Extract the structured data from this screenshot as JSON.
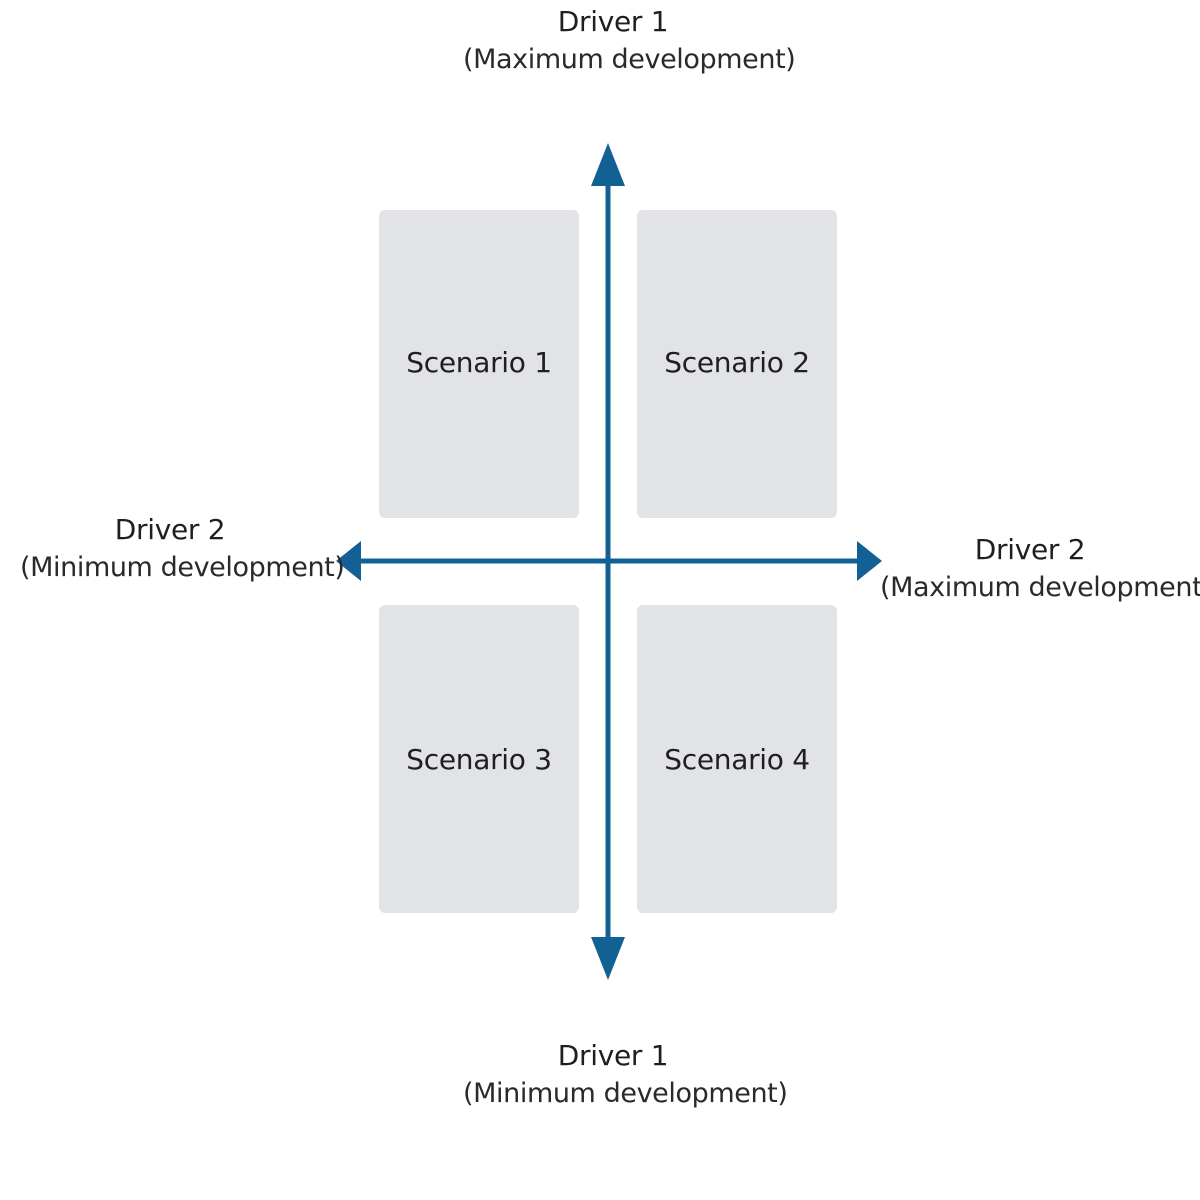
{
  "colors": {
    "axis": "#136194",
    "box": "#e1e3e6"
  },
  "axis_labels": {
    "top": {
      "driver": "Driver 1",
      "extent": "(Maximum development)"
    },
    "bottom": {
      "driver": "Driver 1",
      "extent": "(Minimum development)"
    },
    "left": {
      "driver": "Driver 2",
      "extent": "(Minimum development)"
    },
    "right": {
      "driver": "Driver 2",
      "extent": "(Maximum development)"
    }
  },
  "scenarios": [
    {
      "label": "Scenario 1"
    },
    {
      "label": "Scenario 2"
    },
    {
      "label": "Scenario 3"
    },
    {
      "label": "Scenario 4"
    }
  ]
}
